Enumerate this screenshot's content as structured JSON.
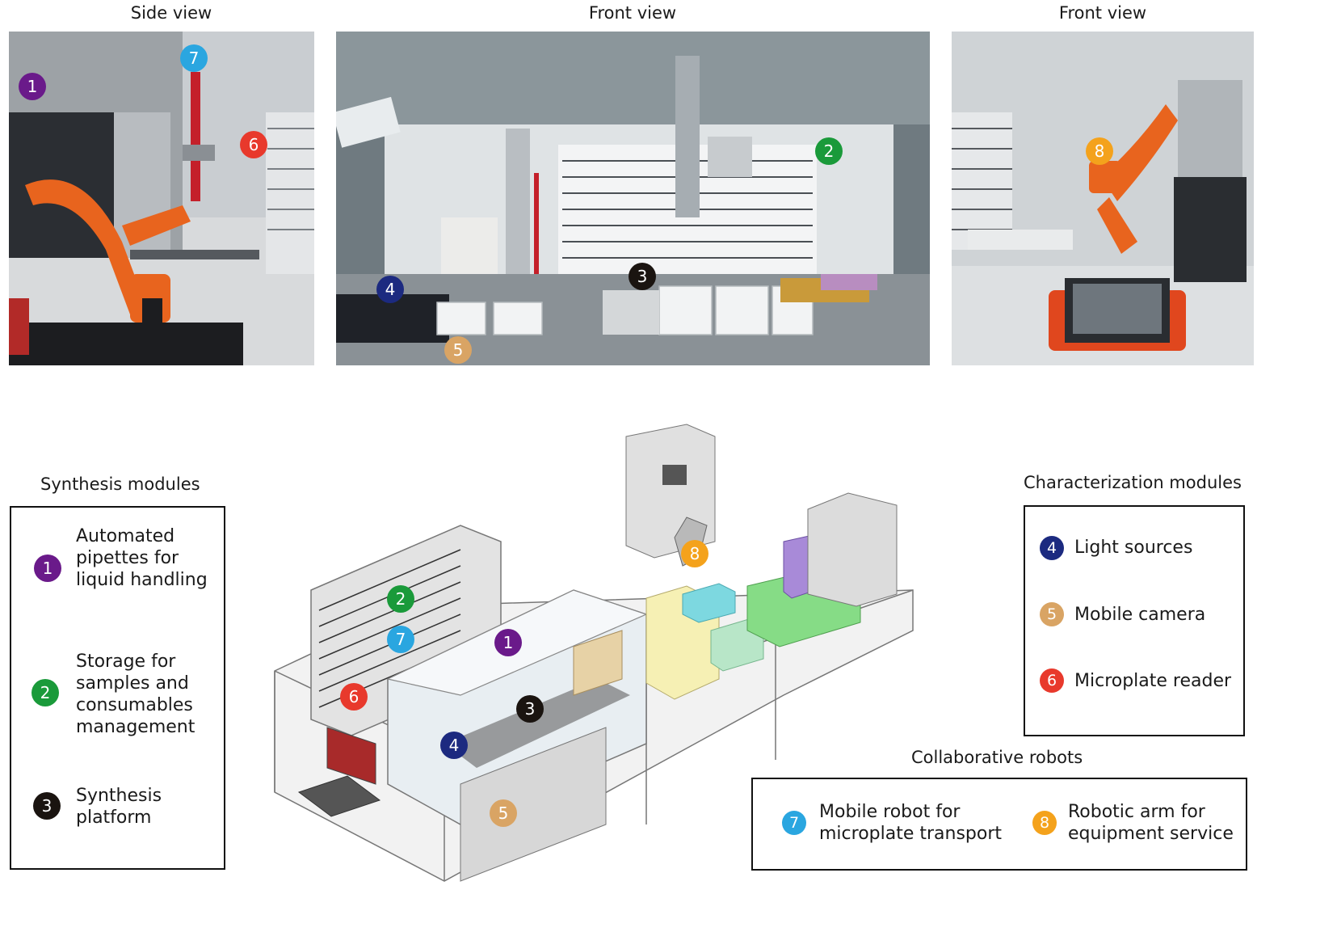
{
  "views": {
    "side": "Side view",
    "front1": "Front view",
    "front2": "Front view"
  },
  "badge_colors": {
    "1": "#6a1a8a",
    "2": "#1a9a3a",
    "3": "#1a1410",
    "4": "#1c2a80",
    "5": "#d9a464",
    "6": "#e8392c",
    "7": "#2aa6e0",
    "8": "#f4a21c"
  },
  "badges": {
    "n1": "1",
    "n2": "2",
    "n3": "3",
    "n4": "4",
    "n5": "5",
    "n6": "6",
    "n7": "7",
    "n8": "8"
  },
  "synthesis": {
    "title": "Synthesis modules",
    "items": [
      {
        "num": "1",
        "text": "Automated pipettes for liquid handling"
      },
      {
        "num": "2",
        "text": "Storage for samples and consumables management"
      },
      {
        "num": "3",
        "text": "Synthesis platform"
      }
    ]
  },
  "characterization": {
    "title": "Characterization modules",
    "items": [
      {
        "num": "4",
        "text": "Light sources"
      },
      {
        "num": "5",
        "text": "Mobile camera"
      },
      {
        "num": "6",
        "text": "Microplate reader"
      }
    ]
  },
  "robots": {
    "title": "Collaborative robots",
    "items": [
      {
        "num": "7",
        "text": "Mobile robot for microplate transport"
      },
      {
        "num": "8",
        "text": "Robotic arm for equipment service"
      }
    ]
  }
}
